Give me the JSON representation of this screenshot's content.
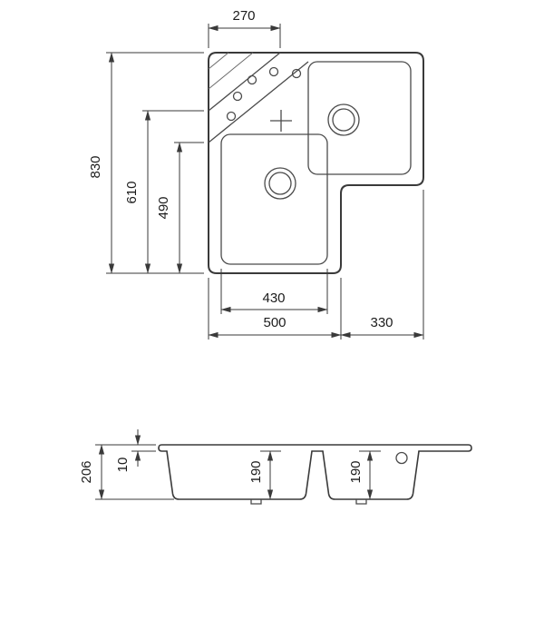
{
  "colors": {
    "line": "#3a3a3a",
    "text": "#1c1c1c",
    "background": "#ffffff"
  },
  "plan_view": {
    "dimensions": {
      "top_edge": "270",
      "overall_depth": "830",
      "drainer_to_bottom": "610",
      "bowl_to_bottom": "490",
      "bowl_width": "430",
      "left_section_width": "500",
      "right_section_width": "330"
    }
  },
  "section_view": {
    "dimensions": {
      "overall_height": "206",
      "rim_height": "10",
      "left_bowl_depth": "190",
      "right_bowl_depth": "190"
    }
  }
}
